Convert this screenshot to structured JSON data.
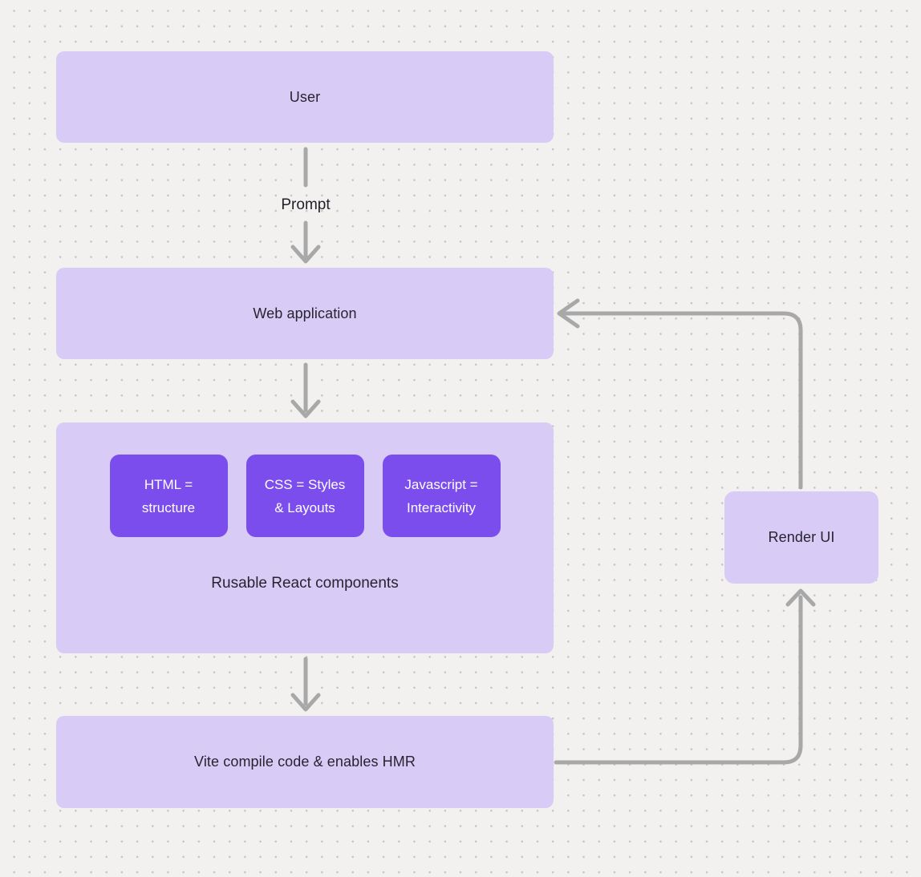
{
  "diagram": {
    "background": {
      "color": "#f2f1f0",
      "dot_color": "#c6c4c2"
    },
    "palette": {
      "node_fill": "#d8ccf6",
      "chip_fill": "#7c4ded",
      "edge_color": "#a8a8a8",
      "node_text": "#272430",
      "chip_text": "#ffffff"
    },
    "nodes": {
      "user": {
        "label": "User"
      },
      "web_application": {
        "label": "Web application"
      },
      "components": {
        "caption": "Rusable React components",
        "chips": [
          {
            "text": "HTML =\nstructure"
          },
          {
            "text": "CSS = Styles\n& Layouts"
          },
          {
            "text": "Javascript =\nInteractivity"
          }
        ]
      },
      "vite": {
        "label": "Vite compile code & enables HMR"
      },
      "render_ui": {
        "label": "Render UI"
      }
    },
    "edges": {
      "prompt": {
        "label": "Prompt"
      }
    }
  }
}
